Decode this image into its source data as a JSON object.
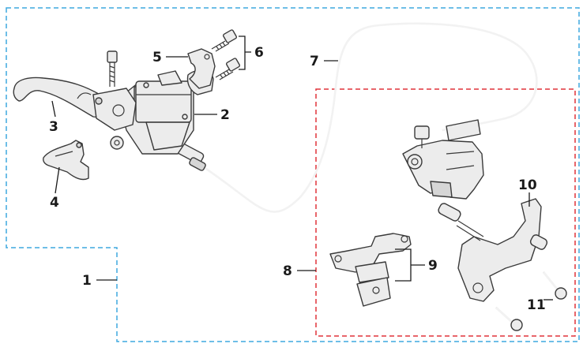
{
  "diagram": {
    "callouts": [
      {
        "id": "1",
        "label": "1"
      },
      {
        "id": "2",
        "label": "2"
      },
      {
        "id": "3",
        "label": "3"
      },
      {
        "id": "4",
        "label": "4"
      },
      {
        "id": "5",
        "label": "5"
      },
      {
        "id": "6",
        "label": "6"
      },
      {
        "id": "7",
        "label": "7"
      },
      {
        "id": "8",
        "label": "8"
      },
      {
        "id": "9",
        "label": "9"
      },
      {
        "id": "10",
        "label": "10"
      },
      {
        "id": "11",
        "label": "11"
      }
    ],
    "colors": {
      "assembly_outline": "#3fa9df",
      "caliper_group_outline": "#e0343a",
      "leader_1": "#3fa9df",
      "leader_8": "#e0343a",
      "part_line": "#3a3a3a",
      "part_fill": "#ececec"
    }
  }
}
